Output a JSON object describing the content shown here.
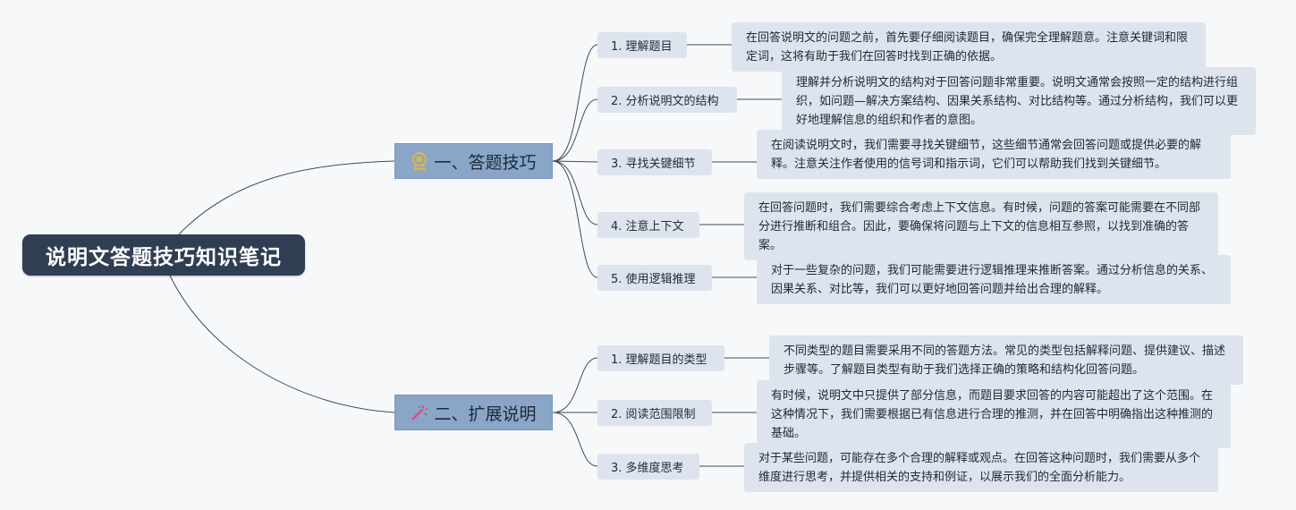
{
  "root": {
    "title": "说明文答题技巧知识笔记"
  },
  "branches": [
    {
      "title": "一、答题技巧",
      "icon": "award-medal-icon",
      "children": [
        {
          "label": "1. 理解题目",
          "note": "在回答说明文的问题之前，首先要仔细阅读题目，确保完全理解题意。注意关键词和限定词，这将有助于我们在回答时找到正确的依据。"
        },
        {
          "label": "2. 分析说明文的结构",
          "note": "理解并分析说明文的结构对于回答问题非常重要。说明文通常会按照一定的结构进行组织，如问题—解决方案结构、因果关系结构、对比结构等。通过分析结构，我们可以更好地理解信息的组织和作者的意图。"
        },
        {
          "label": "3. 寻找关键细节",
          "note": "在阅读说明文时，我们需要寻找关键细节，这些细节通常会回答问题或提供必要的解释。注意关注作者使用的信号词和指示词，它们可以帮助我们找到关键细节。"
        },
        {
          "label": "4. 注意上下文",
          "note": "在回答问题时，我们需要综合考虑上下文信息。有时候，问题的答案可能需要在不同部分进行推断和组合。因此，要确保将问题与上下文的信息相互参照，以找到准确的答案。"
        },
        {
          "label": "5. 使用逻辑推理",
          "note": "对于一些复杂的问题，我们可能需要进行逻辑推理来推断答案。通过分析信息的关系、因果关系、对比等，我们可以更好地回答问题并给出合理的解释。"
        }
      ]
    },
    {
      "title": "二、扩展说明",
      "icon": "magic-wand-icon",
      "children": [
        {
          "label": "1. 理解题目的类型",
          "note": "不同类型的题目需要采用不同的答题方法。常见的类型包括解释问题、提供建议、描述步骤等。了解题目类型有助于我们选择正确的策略和结构化回答问题。"
        },
        {
          "label": "2. 阅读范围限制",
          "note": "有时候，说明文中只提供了部分信息，而题目要求回答的内容可能超出了这个范围。在这种情况下，我们需要根据已有信息进行合理的推测，并在回答中明确指出这种推测的基础。"
        },
        {
          "label": "3. 多维度思考",
          "note": "对于某些问题，可能存在多个合理的解释或观点。在回答这种问题时，我们需要从多个维度进行思考，并提供相关的支持和例证，以展示我们的全面分析能力。"
        }
      ]
    }
  ],
  "colors": {
    "root_bg": "#2f3e52",
    "branch_bg": "#89a5c8",
    "node_bg": "#dde4ed",
    "line": "#3f4c5e",
    "medal_icon": "#e0b640",
    "wand_icon": "#e0457b"
  }
}
